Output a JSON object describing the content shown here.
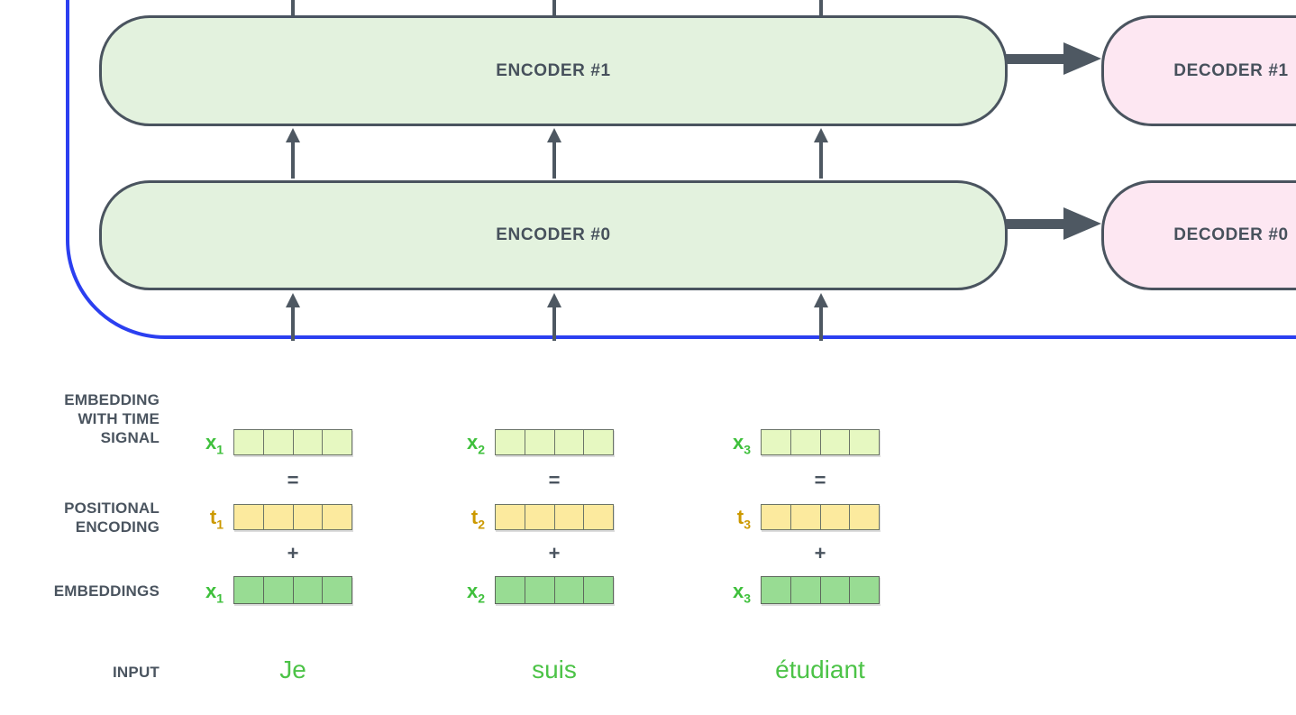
{
  "blocks": {
    "encoders": [
      {
        "label": "ENCODER #1"
      },
      {
        "label": "ENCODER #0"
      }
    ],
    "decoders": [
      {
        "label": "DECODER #1"
      },
      {
        "label": "DECODER #0"
      }
    ]
  },
  "side_labels": {
    "time_signal": [
      "EMBEDDING",
      "WITH TIME",
      "SIGNAL"
    ],
    "positional": [
      "POSITIONAL",
      "ENCODING"
    ],
    "embeddings": "EMBEDDINGS",
    "input": "INPUT"
  },
  "operators": {
    "equals": "=",
    "plus": "+"
  },
  "columns": [
    {
      "word": "Je",
      "time_label": {
        "base": "x",
        "sub": "1"
      },
      "pos_label": {
        "base": "t",
        "sub": "1"
      },
      "emb_label": {
        "base": "x",
        "sub": "1"
      }
    },
    {
      "word": "suis",
      "time_label": {
        "base": "x",
        "sub": "2"
      },
      "pos_label": {
        "base": "t",
        "sub": "2"
      },
      "emb_label": {
        "base": "x",
        "sub": "2"
      }
    },
    {
      "word": "étudiant",
      "time_label": {
        "base": "x",
        "sub": "3"
      },
      "pos_label": {
        "base": "t",
        "sub": "3"
      },
      "emb_label": {
        "base": "x",
        "sub": "3"
      }
    }
  ],
  "vector_cells_per_vector": 4,
  "colors": {
    "encoder_fill": "#e3f2de",
    "decoder_fill": "#fde7f2",
    "block_border": "#4a545f",
    "arrow_gray": "#4e5862",
    "frame_blue": "#2b3ff0",
    "time_signal_cell": "#e6f8c1",
    "positional_cell": "#fcea9e",
    "embedding_cell": "#98dc93",
    "x_label_green": "#3fc03c",
    "t_label_gold": "#cc9900",
    "input_word_green": "#4cc347",
    "text_dark": "#4a545f"
  }
}
